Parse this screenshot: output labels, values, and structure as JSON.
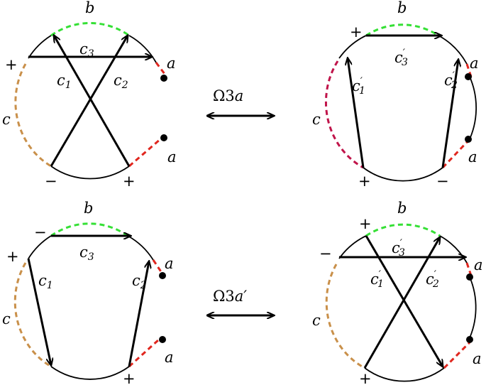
{
  "colors": {
    "arc": "#000000",
    "a_segment": "#e0261e",
    "b_segment": "#35e035",
    "c_segment": "#c9904a",
    "c_segment_alt": "#c0144a",
    "dot": "#000000"
  },
  "operations": {
    "top": {
      "symbol": "Ω3",
      "suffix": "a"
    },
    "bottom": {
      "symbol": "Ω3",
      "suffix": "a′"
    }
  },
  "panels": {
    "top_left": {
      "label_a_top": "a",
      "label_a_bottom": "a",
      "label_b": "b",
      "label_c": "c",
      "c1": "c",
      "c1_sub": "1",
      "c2": "c",
      "c2_sub": "2",
      "c3": "c",
      "c3_sub": "3",
      "sign_left": "+",
      "sign_bottom_left": "−",
      "sign_bottom_right": "+"
    },
    "top_right": {
      "label_a_top": "a",
      "label_a_bottom": "a",
      "label_b": "b",
      "label_c": "c",
      "c1": "c",
      "c1_sub": "1",
      "c2": "c",
      "c2_sub": "2",
      "c3": "c",
      "c3_sub": "3",
      "prime": "′",
      "sign_top": "+",
      "sign_bottom_left": "+",
      "sign_bottom_right": "−"
    },
    "bottom_left": {
      "label_a_top": "a",
      "label_a_bottom": "a",
      "label_b": "b",
      "label_c": "c",
      "c1": "c",
      "c1_sub": "1",
      "c2": "c",
      "c2_sub": "2",
      "c3": "c",
      "c3_sub": "3",
      "sign_left": "+",
      "sign_top": "−",
      "sign_bottom_right": "+"
    },
    "bottom_right": {
      "label_a_top": "a",
      "label_a_bottom": "a",
      "label_b": "b",
      "label_c": "c",
      "c1": "c",
      "c1_sub": "1",
      "c2": "c",
      "c2_sub": "2",
      "c3": "c",
      "c3_sub": "3",
      "prime": "′",
      "sign_left": "−",
      "sign_top": "+",
      "sign_bottom_left": "+"
    }
  }
}
